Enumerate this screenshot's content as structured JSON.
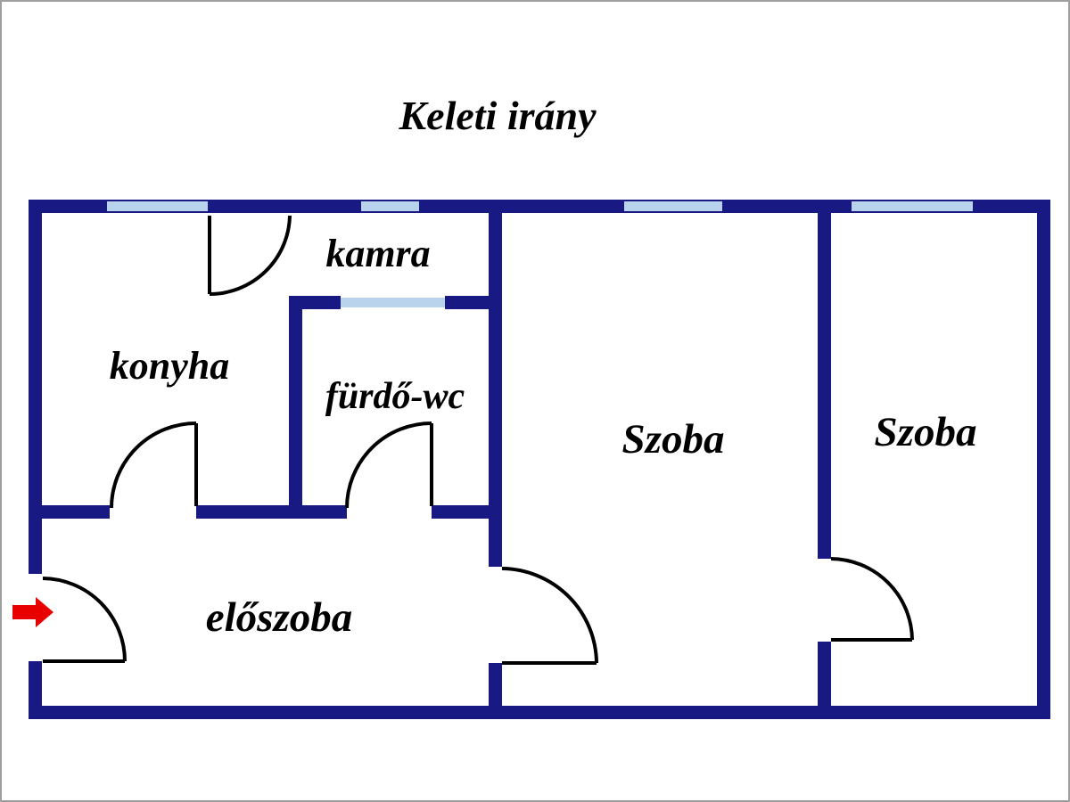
{
  "header": {
    "title": "Keleti irány"
  },
  "rooms": [
    {
      "id": "kamra",
      "label": "kamra"
    },
    {
      "id": "konyha",
      "label": "konyha"
    },
    {
      "id": "furdo-wc",
      "label": "fürdő-wc"
    },
    {
      "id": "szoba-1",
      "label": "Szoba"
    },
    {
      "id": "szoba-2",
      "label": "Szoba"
    },
    {
      "id": "eloszoba",
      "label": "előszoba"
    }
  ],
  "colors": {
    "wall": "#191983",
    "window": "#b9d3ec",
    "arrow": "#e80000",
    "text": "#000000",
    "background": "#ffffff"
  }
}
